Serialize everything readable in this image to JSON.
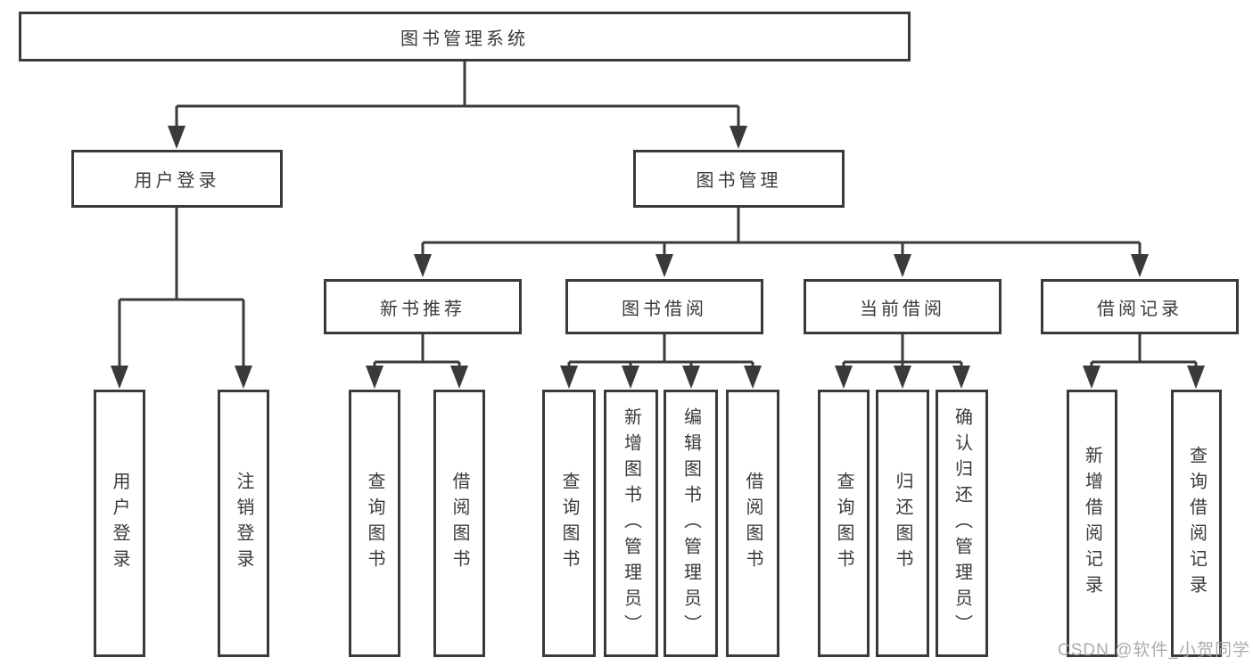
{
  "diagram": {
    "title": "图书管理系统",
    "nodes": {
      "root": "图书管理系统",
      "user_login": "用户登录",
      "book_management": "图书管理",
      "new_book_recommend": "新书推荐",
      "book_borrow": "图书借阅",
      "current_borrow": "当前借阅",
      "borrow_record": "借阅记录",
      "leaf_user_login": "用户登录",
      "leaf_logout_login": "注销登录",
      "leaf_nbr_query_books": "查询图书",
      "leaf_nbr_borrow_books": "借阅图书",
      "leaf_bb_query_books": "查询图书",
      "leaf_bb_add_books_admin": "新增图书（管理员）",
      "leaf_bb_edit_books_admin": "编辑图书（管理员）",
      "leaf_bb_borrow_books": "借阅图书",
      "leaf_cb_query_books": "查询图书",
      "leaf_cb_return_books": "归还图书",
      "leaf_cb_confirm_return_admin": "确认归还（管理员）",
      "leaf_br_add_record": "新增借阅记录",
      "leaf_br_query_record": "查询借阅记录"
    },
    "tree": {
      "root": [
        "user_login",
        "book_management"
      ],
      "user_login": [
        "leaf_user_login",
        "leaf_logout_login"
      ],
      "book_management": [
        "new_book_recommend",
        "book_borrow",
        "current_borrow",
        "borrow_record"
      ],
      "new_book_recommend": [
        "leaf_nbr_query_books",
        "leaf_nbr_borrow_books"
      ],
      "book_borrow": [
        "leaf_bb_query_books",
        "leaf_bb_add_books_admin",
        "leaf_bb_edit_books_admin",
        "leaf_bb_borrow_books"
      ],
      "current_borrow": [
        "leaf_cb_query_books",
        "leaf_cb_return_books",
        "leaf_cb_confirm_return_admin"
      ],
      "borrow_record": [
        "leaf_br_add_record",
        "leaf_br_query_record"
      ]
    },
    "watermark": "CSDN @软件_小贺同学",
    "colors": {
      "line": "#3a3a3a",
      "text": "#3a3a3a",
      "background": "#ffffff",
      "watermark": "#a5a5a5"
    }
  }
}
